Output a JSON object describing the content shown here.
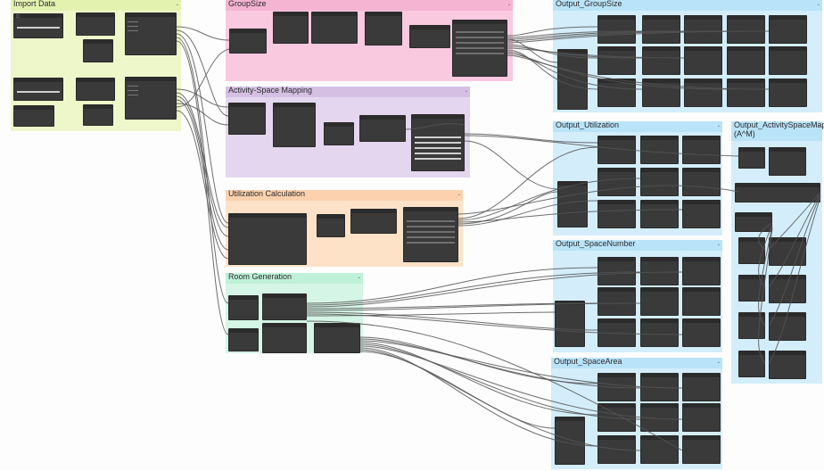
{
  "groups": {
    "import_data": {
      "title": "Import Data"
    },
    "groupsize": {
      "title": "GroupSize"
    },
    "activity_space_mapping": {
      "title": "Activity-Space Mapping"
    },
    "utilization_calculation": {
      "title": "Utilization Calculation"
    },
    "room_generation": {
      "title": "Room Generation"
    },
    "output_groupsize": {
      "title": "Output_GroupSize"
    },
    "output_utilization": {
      "title": "Output_Utilization"
    },
    "output_activityspacemap": {
      "title": "Output_ActivitySpaceMap",
      "title_line2": "(A^M)"
    },
    "output_spacenumber": {
      "title": "Output_SpaceNumber"
    },
    "output_spacearea": {
      "title": "Output_SpaceArea"
    }
  },
  "icons": {
    "collapse": "chevron-icon",
    "file": "file-icon",
    "node": "node-icon"
  },
  "colors": {
    "import_data": "#eef7c9",
    "groupsize": "#f9c9e0",
    "activity_space_mapping": "#e4d6ee",
    "utilization_calculation": "#fde2c8",
    "room_generation": "#d5f5e6",
    "output": "#d3edfb",
    "node": "#3a3a3a",
    "wire": "#555555"
  }
}
